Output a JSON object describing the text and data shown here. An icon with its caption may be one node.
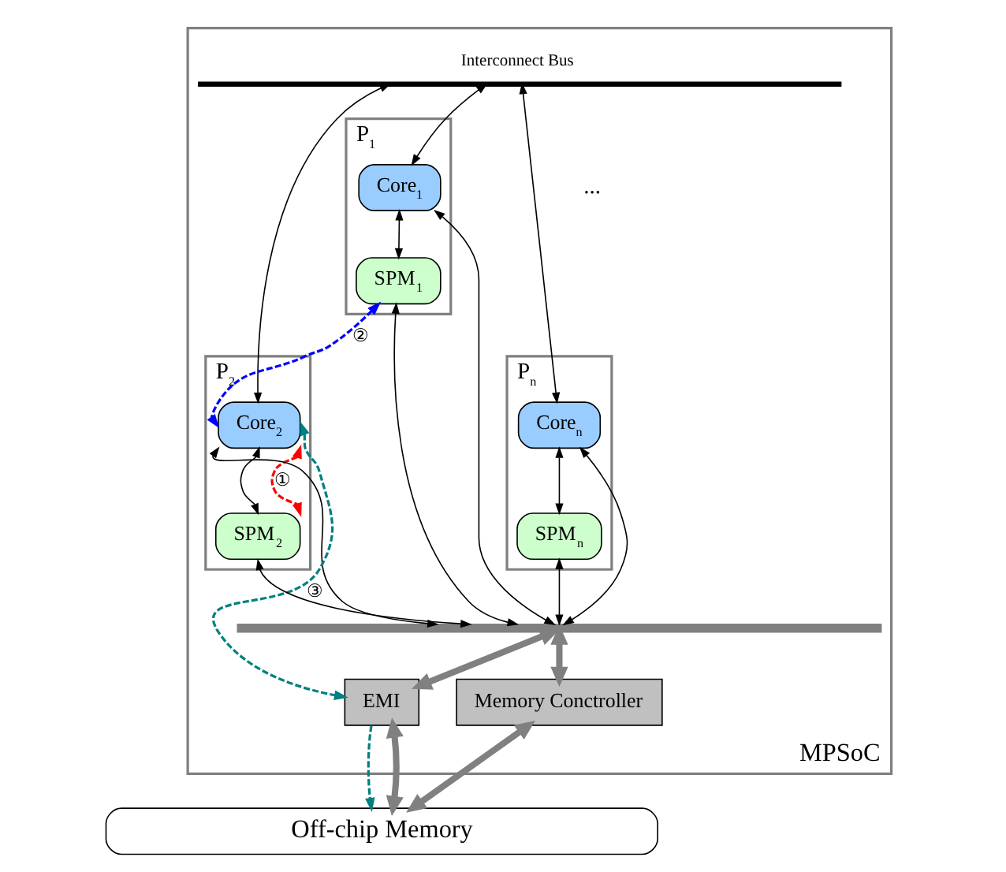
{
  "diagram": {
    "nodes": [
      {
        "text": [
          "MPSoC"
        ]
      },
      {
        "text": [
          "Interconnect Bus"
        ],
        "in": 0
      },
      {
        "text": [
          "P$_{1}$"
        ],
        "in": 0
      },
      {
        "text": [
          "Core$_{1}$"
        ],
        "in": 2
      },
      {
        "text": [
          "SPM$_{1}$"
        ],
        "in": 2
      },
      {
        "text": [
          "P$_{2}$"
        ],
        "in": 0
      },
      {
        "text": [
          "Core$_{2}$"
        ],
        "in": 5
      },
      {
        "text": [
          "SPM$_{2}$"
        ],
        "in": 5
      },
      {
        "text": [
          "P$_{n}$"
        ],
        "in": 0
      },
      {
        "text": [
          "Core$_{n}$"
        ],
        "in": 8
      },
      {
        "text": [
          "SPM$_{n}$"
        ],
        "in": 8
      },
      {
        "text": [],
        "shape": "bar",
        "in": 0
      },
      {
        "text": [
          "Memory Conctroller"
        ],
        "in": 0
      },
      {
        "text": [
          "EMI"
        ],
        "in": 0
      },
      {
        "text": [
          "Off-chip Memory"
        ]
      }
    ],
    "edges": [
      {
        "from": 1,
        "to": 3,
        "arrow": "both"
      },
      {
        "from": 1,
        "to": 6,
        "arrow": "both"
      },
      {
        "from": 1,
        "to": 9,
        "arrow": "both"
      },
      {
        "from": 3,
        "to": 4,
        "arrow": "both"
      },
      {
        "from": 6,
        "to": 7,
        "arrow": "both"
      },
      {
        "from": 9,
        "to": 10,
        "arrow": "both"
      },
      {
        "from": 3,
        "to": 11,
        "arrow": "both"
      },
      {
        "from": 4,
        "to": 11,
        "arrow": "both"
      },
      {
        "from": 6,
        "to": 11,
        "arrow": "both"
      },
      {
        "from": 7,
        "to": 11,
        "arrow": "both"
      },
      {
        "from": 9,
        "to": 11,
        "arrow": "both"
      },
      {
        "from": 10,
        "to": 11,
        "arrow": "both"
      },
      {
        "from": 6,
        "to": 7,
        "arrow": "both",
        "style": "dashed",
        "color": "#ff0000",
        "label": "①"
      },
      {
        "from": 4,
        "to": 6,
        "arrow": "both",
        "style": "dashed",
        "color": "#0000ff",
        "label": "②"
      },
      {
        "from": 6,
        "to": 13,
        "arrow": "both",
        "style": "dashed",
        "color": "#008080",
        "label": "③"
      },
      {
        "from": 13,
        "to": 14,
        "arrow": "to",
        "style": "dashed",
        "color": "#008080"
      },
      {
        "from": 11,
        "to": 12,
        "arrow": "both",
        "style": "thick",
        "color": "#808080"
      },
      {
        "from": 11,
        "to": 13,
        "arrow": "both",
        "style": "thick",
        "color": "#808080"
      },
      {
        "from": 12,
        "to": 14,
        "arrow": "both",
        "style": "thick",
        "color": "#808080"
      },
      {
        "from": 13,
        "to": 14,
        "arrow": "both",
        "style": "thick",
        "color": "#808080"
      }
    ],
    "labels": [
      "..."
    ]
  }
}
